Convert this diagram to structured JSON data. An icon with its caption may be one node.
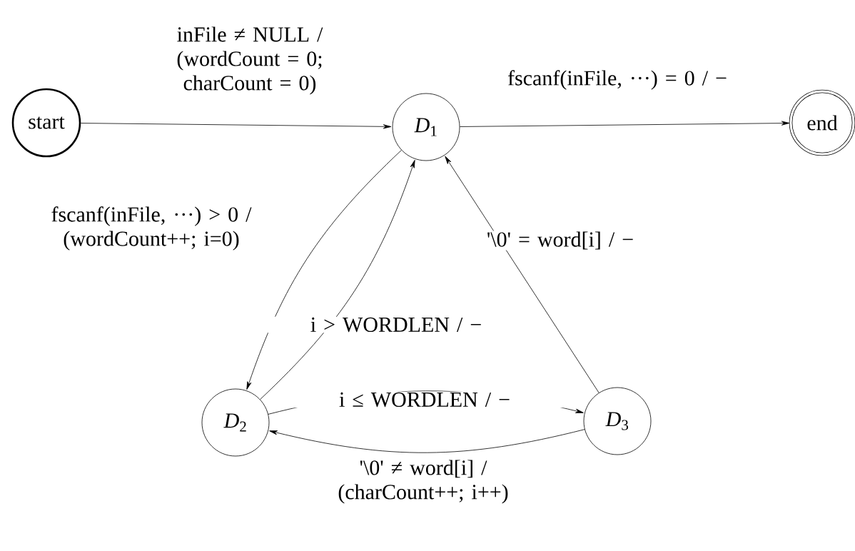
{
  "diagram": {
    "nodes": [
      {
        "text": [
          "start"
        ]
      },
      {
        "text": [
          "*D*$_{1}$"
        ]
      },
      {
        "text": [
          "end"
        ]
      },
      {
        "text": [
          "*D*$_{2}$"
        ]
      },
      {
        "text": [
          "*D*$_{3}$"
        ]
      }
    ],
    "edges": [
      {
        "from": 0,
        "to": 1,
        "arrow": "to",
        "label": "inFile ≠ NULL / (wordCount = 0; charCount = 0)"
      },
      {
        "from": 1,
        "to": 2,
        "arrow": "to",
        "label": "fscanf(inFile, ···) = 0 / −"
      },
      {
        "from": 1,
        "to": 3,
        "arrow": "to",
        "label": "fscanf(inFile, ···) > 0 / (wordCount++; i=0)"
      },
      {
        "from": 3,
        "to": 1,
        "arrow": "to",
        "label": "i > WORDLEN / −"
      },
      {
        "from": 3,
        "to": 4,
        "arrow": "to",
        "label": "i ≤ WORDLEN / −"
      },
      {
        "from": 4,
        "to": 1,
        "arrow": "to",
        "label": "'\\0' = word[i] / −"
      },
      {
        "from": 4,
        "to": 3,
        "arrow": "to",
        "label": "'\\0' ≠ word[i] / (charCount++; i++)"
      }
    ]
  }
}
